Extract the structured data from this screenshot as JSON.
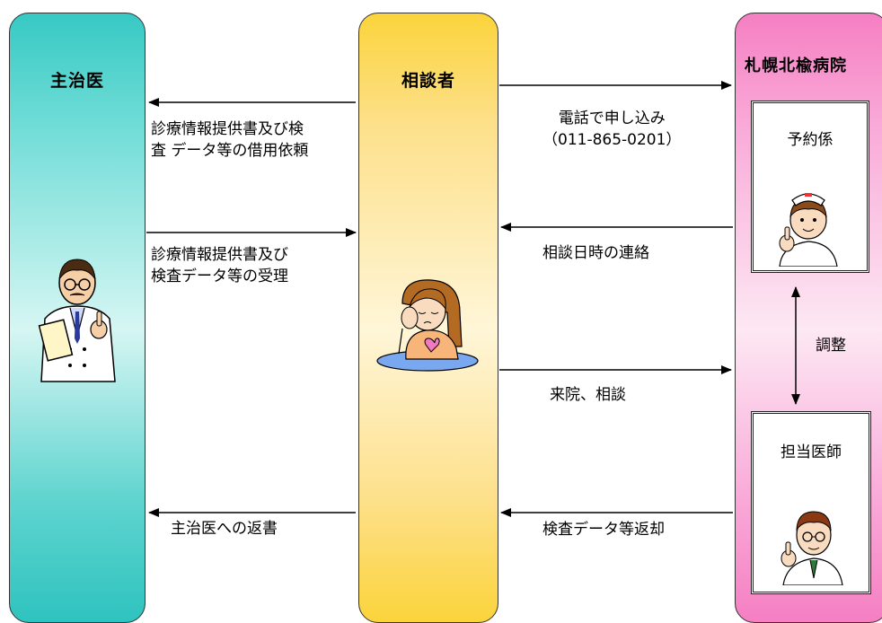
{
  "columns": {
    "doctor": "主治医",
    "consultant": "相談者",
    "hospital": "札幌北楡病院"
  },
  "hospital_boxes": {
    "reservation": "予約係",
    "physician": "担当医師"
  },
  "messages": {
    "request_line1": "診療情報提供書及び検",
    "request_line2": "査 データ等の借用依頼",
    "receipt_line1": "診療情報提供書及び",
    "receipt_line2": "検査データ等の受理",
    "reply": "主治医への返書",
    "apply_line1": "電話で申し込み",
    "apply_line2": "（011-865-0201）",
    "schedule": "相談日時の連絡",
    "visit": "来院、相談",
    "return": "検査データ等返却",
    "adjust": "調整"
  }
}
